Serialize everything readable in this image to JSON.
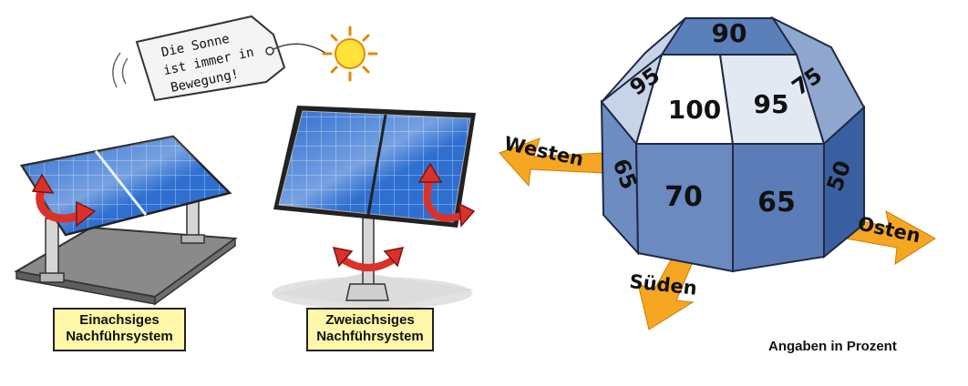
{
  "tag_text": [
    "Die Sonne",
    "ist immer in",
    "Bewegung!"
  ],
  "single_axis_label": [
    "Einachsiges",
    "Nachführsystem"
  ],
  "dual_axis_label": [
    "Zweiachsiges",
    "Nachführsystem"
  ],
  "directions": {
    "west": "Westen",
    "south": "Süden",
    "east": "Osten"
  },
  "yield_values": {
    "top": "90",
    "upper_left": "95",
    "upper_center": "100",
    "upper_right": "95",
    "upper_far_right": "75",
    "lower_left": "65",
    "lower_center_left": "70",
    "lower_center_right": "65",
    "lower_right": "50"
  },
  "footnote": "Angaben in Prozent",
  "colors": {
    "panel": "#2f6fd0",
    "arrow_orange": "#f5a623",
    "arrow_red": "#d9322b",
    "dome_dark": "#5b7fb8",
    "dome_light": "#c8d3e8",
    "label_bg": "#fff8a8"
  }
}
